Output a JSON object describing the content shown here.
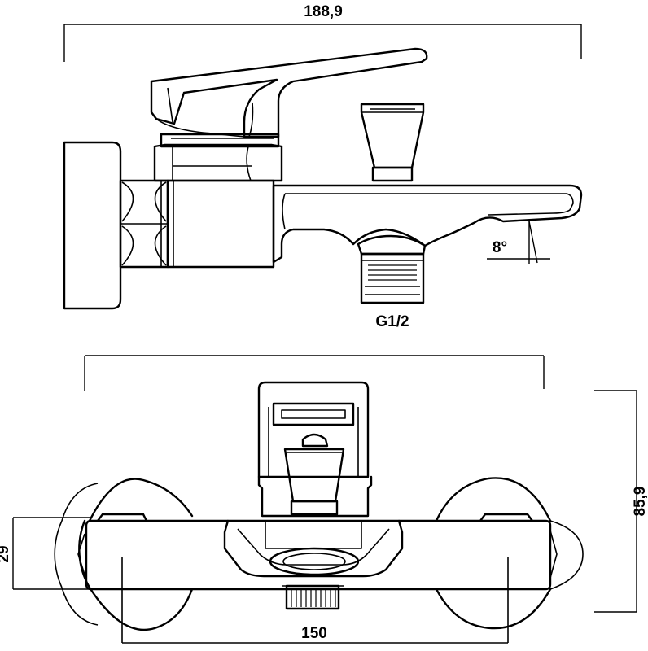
{
  "dimensions": {
    "top_width": "188,9",
    "height": "85,9",
    "inlet_height": "29",
    "centers": "150",
    "outlet_angle": "8°",
    "thread": "G1/2"
  },
  "colors": {
    "line": "#000000",
    "background": "#ffffff"
  }
}
